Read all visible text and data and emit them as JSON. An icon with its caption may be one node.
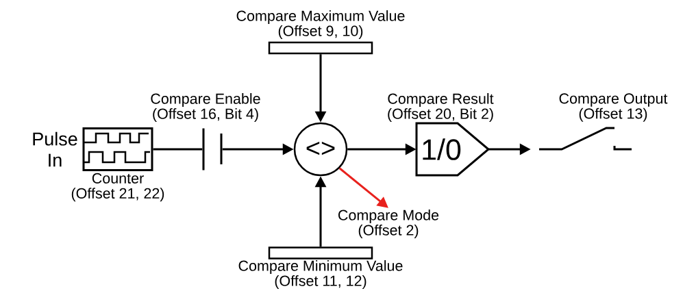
{
  "diagram": {
    "nodes": [
      {
        "text": [
          "Compare Maximum Value (Offset 9, 10)"
        ]
      },
      {
        "text": [
          "Counter (Offset 21, 22)"
        ],
        "beside": [
          "Pulse In"
        ]
      },
      {
        "text": [
          "Compare Enable (Offset 16, Bit 4)"
        ]
      },
      {
        "text": [
          "<>"
        ]
      },
      {
        "text": [
          "Compare Result (Offset 20, Bit 2)",
          "1/0"
        ]
      },
      {
        "text": [
          "Compare Output (Offset 13)"
        ]
      },
      {
        "text": [
          "Compare Mode (Offset 2)"
        ]
      },
      {
        "text": [
          "Compare Minimum Value (Offset 11, 12)"
        ]
      }
    ],
    "edges": [
      {
        "from": 1,
        "to": 2,
        "arrow": "none"
      },
      {
        "from": 2,
        "to": 3,
        "arrow": "to"
      },
      {
        "from": 0,
        "to": 3,
        "arrow": "to"
      },
      {
        "from": 7,
        "to": 3,
        "arrow": "to"
      },
      {
        "from": 3,
        "to": 4,
        "arrow": "to"
      },
      {
        "from": 4,
        "to": 5,
        "arrow": "to"
      },
      {
        "from": 3,
        "to": 6,
        "arrow": "to",
        "color": "#e8211d"
      }
    ]
  }
}
